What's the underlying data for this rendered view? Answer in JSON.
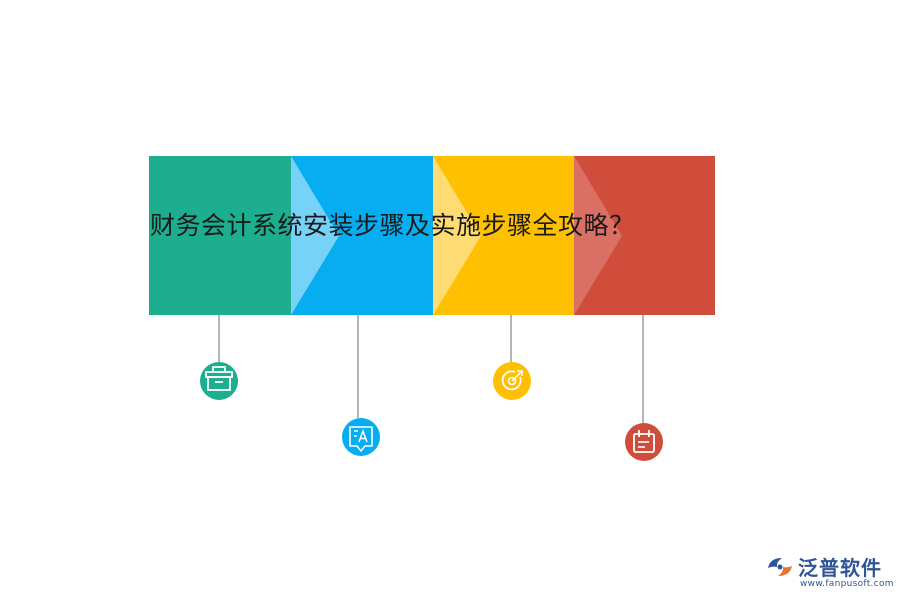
{
  "title": "财务会计系统安装步骤及实施步骤全攻略？",
  "steps": [
    {
      "color": "#1cae8e",
      "icon": "gift-box-icon"
    },
    {
      "color": "#06adf0",
      "icon": "translate-icon"
    },
    {
      "color": "#fec000",
      "icon": "target-icon"
    },
    {
      "color": "#d04d3c",
      "icon": "calendar-icon"
    }
  ],
  "logo": {
    "name": "泛普软件",
    "url": "www.fanpusoft.com",
    "color": "#2f5596"
  }
}
